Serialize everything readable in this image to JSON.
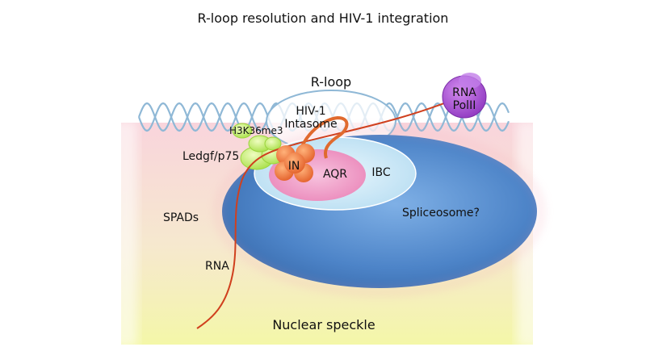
{
  "title": "R-loop resolution and HIV-1 integration",
  "labels": {
    "r_loop": "R-loop",
    "rna_polii_line1": "RNA",
    "rna_polii_line2": "PolII",
    "hiv1_intasome_line1": "HIV-1",
    "hiv1_intasome_line2": "Intasome",
    "h3k36me3": "H3K36me3",
    "ledgf_p75": "Ledgf/p75",
    "in": "IN",
    "aqr": "AQR",
    "ibc": "IBC",
    "spads": "SPADs",
    "spliceosome": "Spliceosome?",
    "rna": "RNA",
    "nuclear_speckle": "Nuclear speckle"
  },
  "colors": {
    "dna_helix": "#8fb8d6",
    "speckle_pink": "#f7c9d2",
    "speckle_yellow": "#f6f6b4",
    "spliceosome_blue": "#4f86c9",
    "ibc_light_blue": "#cfe9f6",
    "aqr_pink": "#f2a0c8",
    "in_orange": "#f07a3a",
    "ledgf_green": "#c4f06a",
    "rna_polii_purple": "#a44ad0",
    "rna_strand": "#d0401e"
  }
}
